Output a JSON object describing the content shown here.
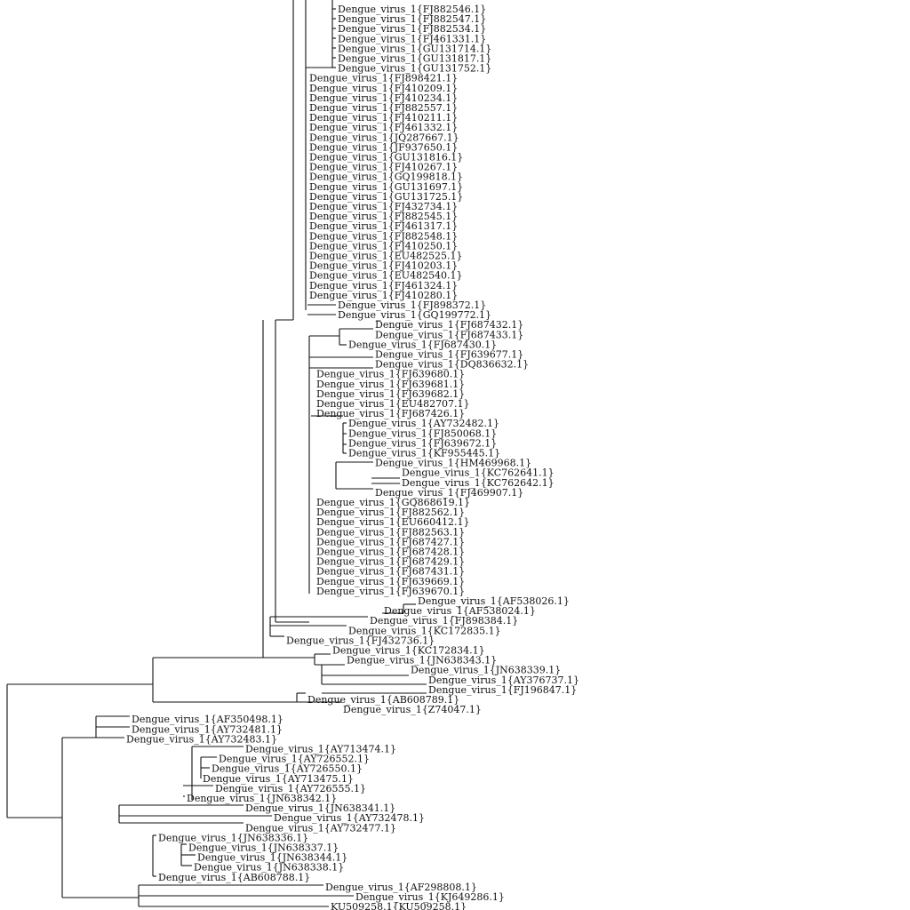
{
  "tree": {
    "leaves": [
      "Dengue_virus_1{FJ882546.1}",
      "Dengue_virus_1{FJ882547.1}",
      "Dengue_virus_1{FJ882534.1}",
      "Dengue_virus_1{FJ461331.1}",
      "Dengue_virus_1{GU131714.1}",
      "Dengue_virus_1{GU131817.1}",
      "Dengue_virus_1{GU131752.1}",
      "Dengue_virus_1{FJ898421.1}",
      "Dengue_virus_1{FJ410209.1}",
      "Dengue_virus_1{FJ410234.1}",
      "Dengue_virus_1{FJ882557.1}",
      "Dengue_virus_1{FJ410211.1}",
      "Dengue_virus_1{FJ461332.1}",
      "Dengue_virus_1{JQ287667.1}",
      "Dengue_virus_1{JF937650.1}",
      "Dengue_virus_1{GU131816.1}",
      "Dengue_virus_1{FJ410267.1}",
      "Dengue_virus_1{GQ199818.1}",
      "Dengue_virus_1{GU131697.1}",
      "Dengue_virus_1{GU131725.1}",
      "Dengue_virus_1{FJ432734.1}",
      "Dengue_virus_1{FJ882545.1}",
      "Dengue_virus_1{FJ461317.1}",
      "Dengue_virus_1{FJ882548.1}",
      "Dengue_virus_1{FJ410250.1}",
      "Dengue_virus_1{EU482525.1}",
      "Dengue_virus_1{FJ410203.1}",
      "Dengue_virus_1{EU482540.1}",
      "Dengue_virus_1{FJ461324.1}",
      "Dengue_virus_1{FJ410280.1}",
      "Dengue_virus_1{FJ898372.1}",
      "Dengue_virus_1{GQ199772.1}",
      "Dengue_virus_1{FJ687432.1}",
      "Dengue_virus_1{FJ687433.1}",
      "Dengue_virus_1{FJ687430.1}",
      "Dengue_virus_1{FJ639677.1}",
      "Dengue_virus_1{DQ836632.1}",
      "Dengue_virus_1{FJ639680.1}",
      "Dengue_virus_1{FJ639681.1}",
      "Dengue_virus_1{FJ639682.1}",
      "Dengue_virus_1{EU482707.1}",
      "Dengue_virus_1{FJ687426.1}",
      "Dengue_virus_1{AY732482.1}",
      "Dengue_virus_1{FJ850068.1}",
      "Dengue_virus_1{FJ639672.1}",
      "Dengue_virus_1{KF955445.1}",
      "Dengue_virus_1{HM469968.1}",
      "Dengue_virus_1{KC762641.1}",
      "Dengue_virus_1{KC762642.1}",
      "Dengue_virus_1{FJ469907.1}",
      "Dengue_virus_1{GQ868619.1}",
      "Dengue_virus_1{FJ882562.1}",
      "Dengue_virus_1{EU660412.1}",
      "Dengue_virus_1{FJ882563.1}",
      "Dengue_virus_1{FJ687427.1}",
      "Dengue_virus_1{FJ687428.1}",
      "Dengue_virus_1{FJ687429.1}",
      "Dengue_virus_1{FJ687431.1}",
      "Dengue_virus_1{FJ639669.1}",
      "Dengue_virus_1{FJ639670.1}",
      "Dengue_virus_1{AF538026.1}",
      "Dengue_virus_1{AF538024.1}",
      "Dengue_virus_1{FJ898384.1}",
      "Dengue_virus_1{KC172835.1}",
      "Dengue_virus_1{FJ432736.1}",
      "Dengue_virus_1{KC172834.1}",
      "Dengue_virus_1{JN638343.1}",
      "Dengue_virus_1{JN638339.1}",
      "Dengue_virus_1{AY376737.1}",
      "Dengue_virus_1{FJ196847.1}",
      "Dengue_virus_1{AB608789.1}",
      "Dengue_virus_1{Z74047.1}",
      "Dengue_virus_1{AF350498.1}",
      "Dengue_virus_1{AY732481.1}",
      "Dengue_virus_1{AY732483.1}",
      "Dengue_virus_1{AY713474.1}",
      "Dengue_virus_1{AY726552.1}",
      "Dengue_virus_1{AY726550.1}",
      "Dengue_virus_1{AY713475.1}",
      "Dengue_virus_1{AY726555.1}",
      "Dengue_virus_1{JN638342.1}",
      "Dengue_virus_1{JN638341.1}",
      "Dengue_virus_1{AY732478.1}",
      "Dengue_virus_1{AY732477.1}",
      "Dengue_virus_1{JN638336.1}",
      "Dengue_virus_1{JN638337.1}",
      "Dengue_virus_1{JN638344.1}",
      "Dengue_virus_1{JN638338.1}",
      "Dengue_virus_1{AB608788.1}",
      "Dengue_virus_1{AF298808.1}",
      "Dengue_virus_1{KJ649286.1}",
      "KU509258.1{KU509258.1}"
    ],
    "colors": {
      "line": "#111111",
      "text": "#111111",
      "background": "#ffffff"
    }
  }
}
